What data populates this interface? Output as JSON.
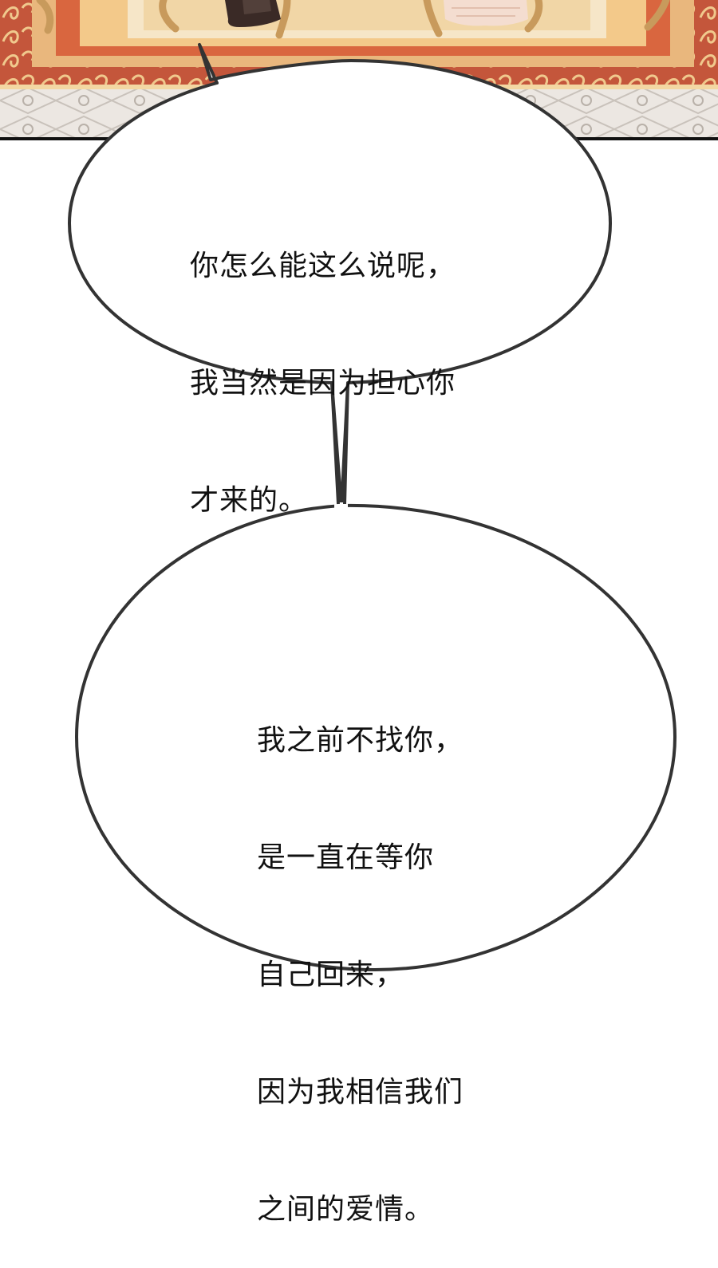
{
  "bubbles": [
    {
      "lines": [
        "你怎么能这么说呢，",
        "我当然是因为担心你",
        "才来的。"
      ]
    },
    {
      "lines": [
        "我之前不找你，",
        "是一直在等你",
        "自己回来，",
        "因为我相信我们",
        "之间的爱情。"
      ]
    }
  ],
  "colors": {
    "carpet_red": "#c4563b",
    "carpet_gold": "#e9b77d",
    "carpet_cream": "#f6e6c8",
    "floor_tile": "#ece7e2",
    "bubble_fill": "#ffffff",
    "bubble_outline": "#333333",
    "text": "#111111"
  }
}
